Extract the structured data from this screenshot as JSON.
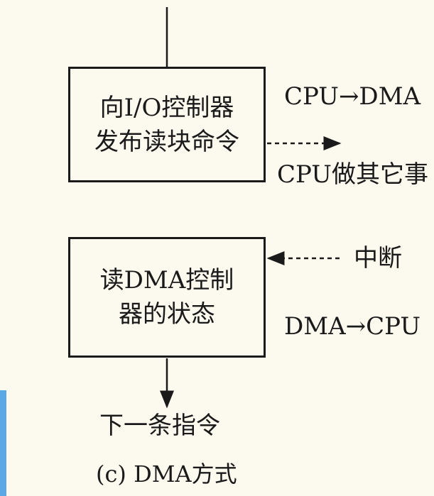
{
  "boxes": {
    "issue_read": {
      "line1": "向I/O控制器",
      "line2": "发布读块命令"
    },
    "read_status": {
      "line1": "读DMA控制",
      "line2": "器的状态"
    }
  },
  "labels": {
    "cpu_to_dma": "CPU→DMA",
    "cpu_other_work": "CPU做其它事",
    "interrupt": "中断",
    "dma_to_cpu": "DMA→CPU",
    "next_instruction": "下一条指令"
  },
  "caption": "(c) DMA方式"
}
